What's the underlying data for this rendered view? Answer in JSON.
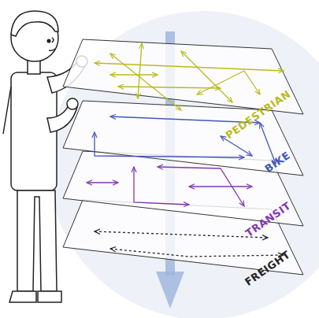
{
  "diagram": {
    "nodes": [
      {
        "text": [
          "PEDESTRIAN"
        ]
      },
      {
        "text": [
          "BIKE"
        ]
      },
      {
        "text": [
          "TRANSIT"
        ]
      },
      {
        "text": [
          "FREIGHT"
        ]
      }
    ]
  }
}
